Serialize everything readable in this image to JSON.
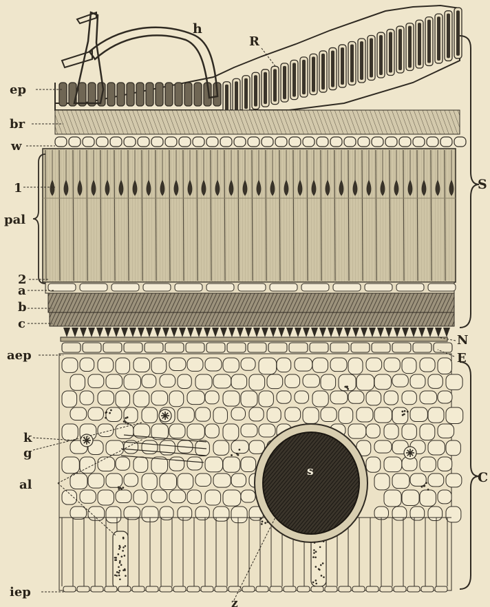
{
  "figure": {
    "background": "#efe6cc",
    "ink": "#2f2a22",
    "labels": {
      "h": "h",
      "R": "R",
      "ep": "ep",
      "br": "br",
      "w": "w",
      "one": "1",
      "pal": "pal",
      "two": "2",
      "a": "a",
      "b": "b",
      "c": "c",
      "aep": "aep",
      "N": "N",
      "E": "E",
      "S_bracket": "S",
      "C_bracket": "C",
      "k": "k",
      "g": "g",
      "s_inner": "s",
      "al": "al",
      "iep": "iep",
      "z": "z"
    }
  }
}
